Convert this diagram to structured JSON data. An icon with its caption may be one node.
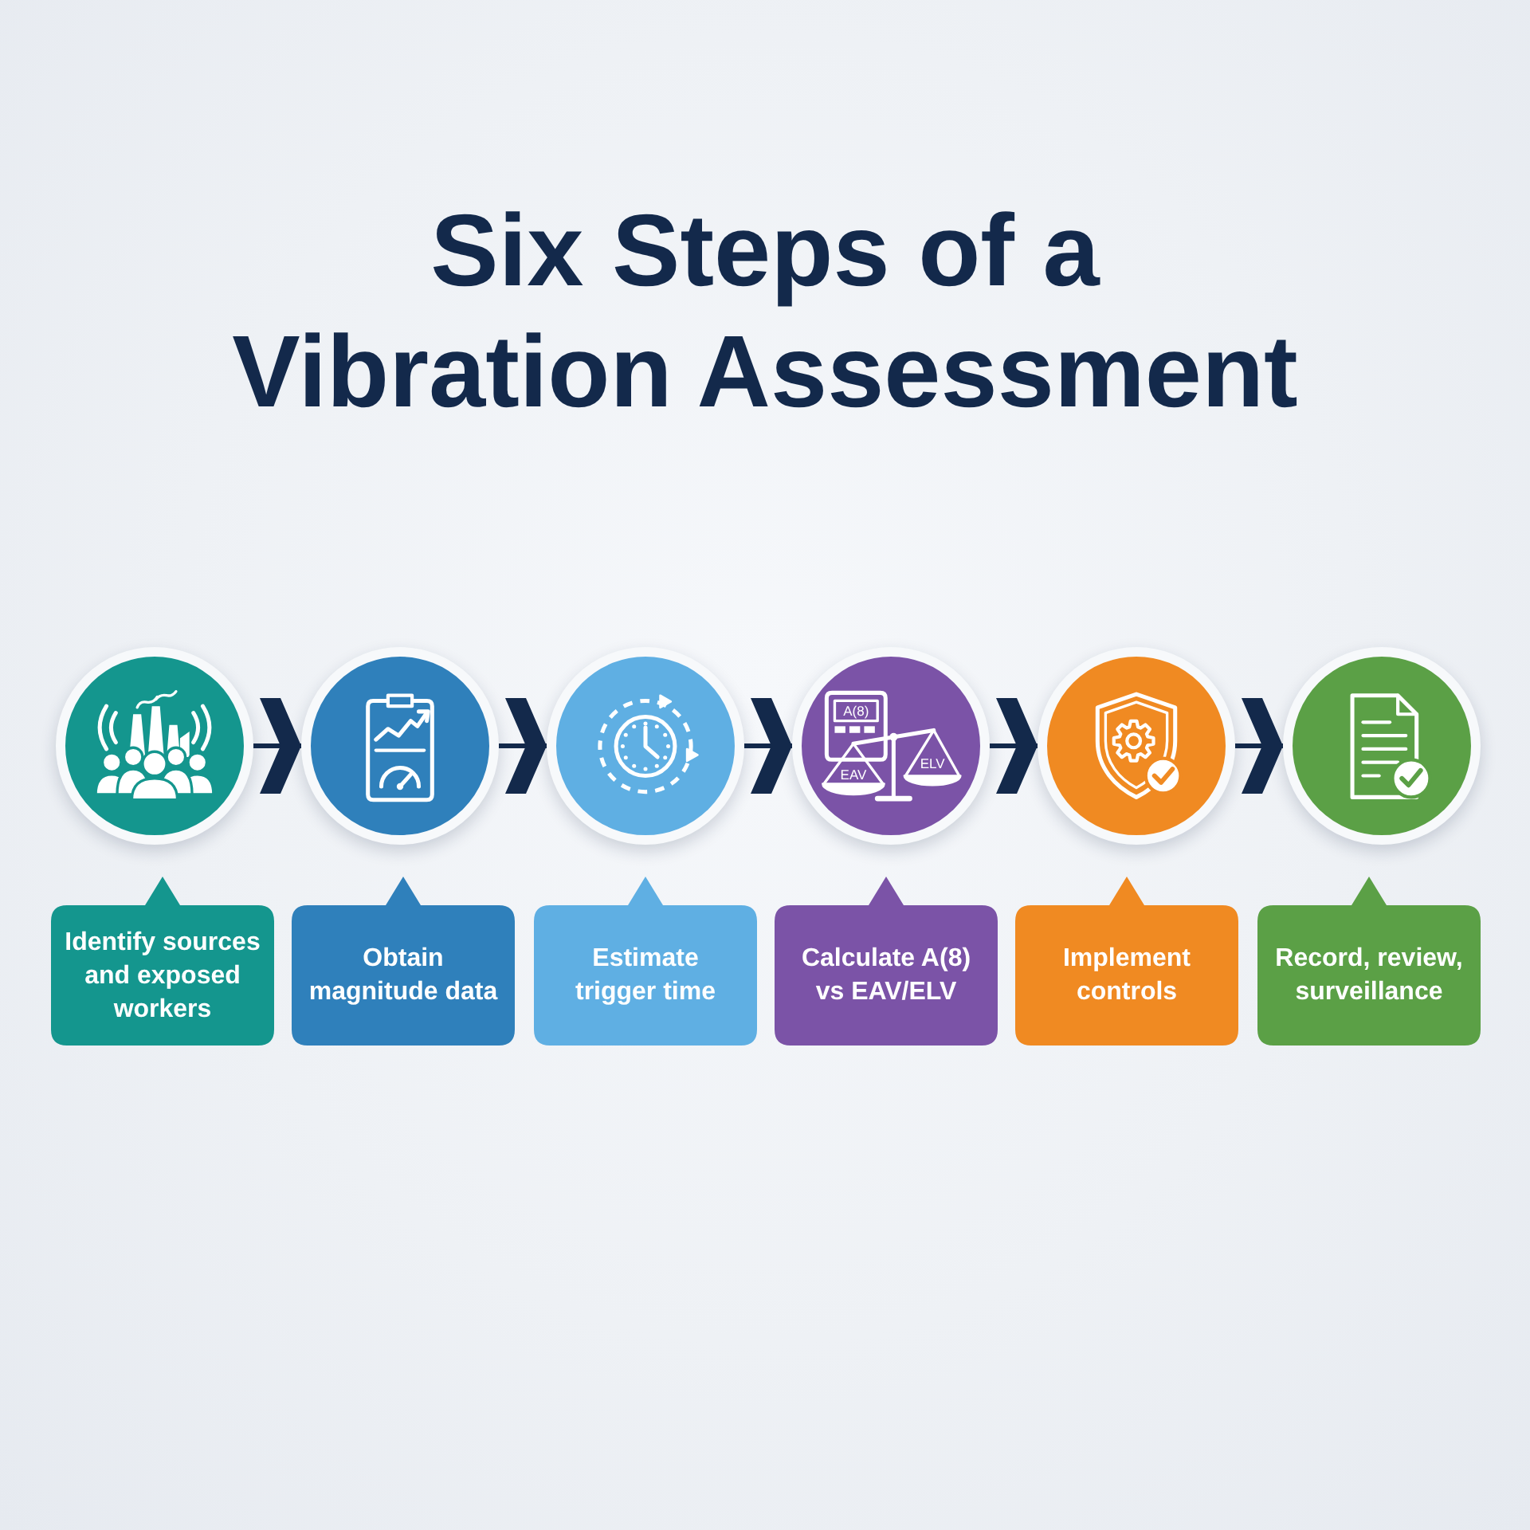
{
  "diagram": {
    "title": "Six Steps of a Vibration Assessment",
    "nodes": [
      {
        "text": [],
        "shape": "circle"
      },
      {
        "text": [],
        "shape": "circle"
      },
      {
        "text": [],
        "shape": "circle"
      },
      {
        "text": [],
        "shape": "circle"
      },
      {
        "text": [],
        "shape": "circle"
      },
      {
        "text": [],
        "shape": "circle"
      },
      {
        "text": [
          "Identify sources and exposed workers"
        ]
      },
      {
        "text": [
          "Obtain magnitude data"
        ]
      },
      {
        "text": [
          "Estimate trigger time"
        ]
      },
      {
        "text": [
          "Calculate A(8) vs EAV/ELV"
        ]
      },
      {
        "text": [
          "Implement controls"
        ]
      },
      {
        "text": [
          "Record, review, surveillance"
        ]
      }
    ],
    "edges": [
      {
        "from": 0,
        "to": 1,
        "arrow": "to"
      },
      {
        "from": 1,
        "to": 2,
        "arrow": "to"
      },
      {
        "from": 2,
        "to": 3,
        "arrow": "to"
      },
      {
        "from": 3,
        "to": 4,
        "arrow": "to"
      },
      {
        "from": 4,
        "to": 5,
        "arrow": "to"
      }
    ],
    "labels": [
      "A(8)",
      "EAV",
      "ELV"
    ]
  }
}
